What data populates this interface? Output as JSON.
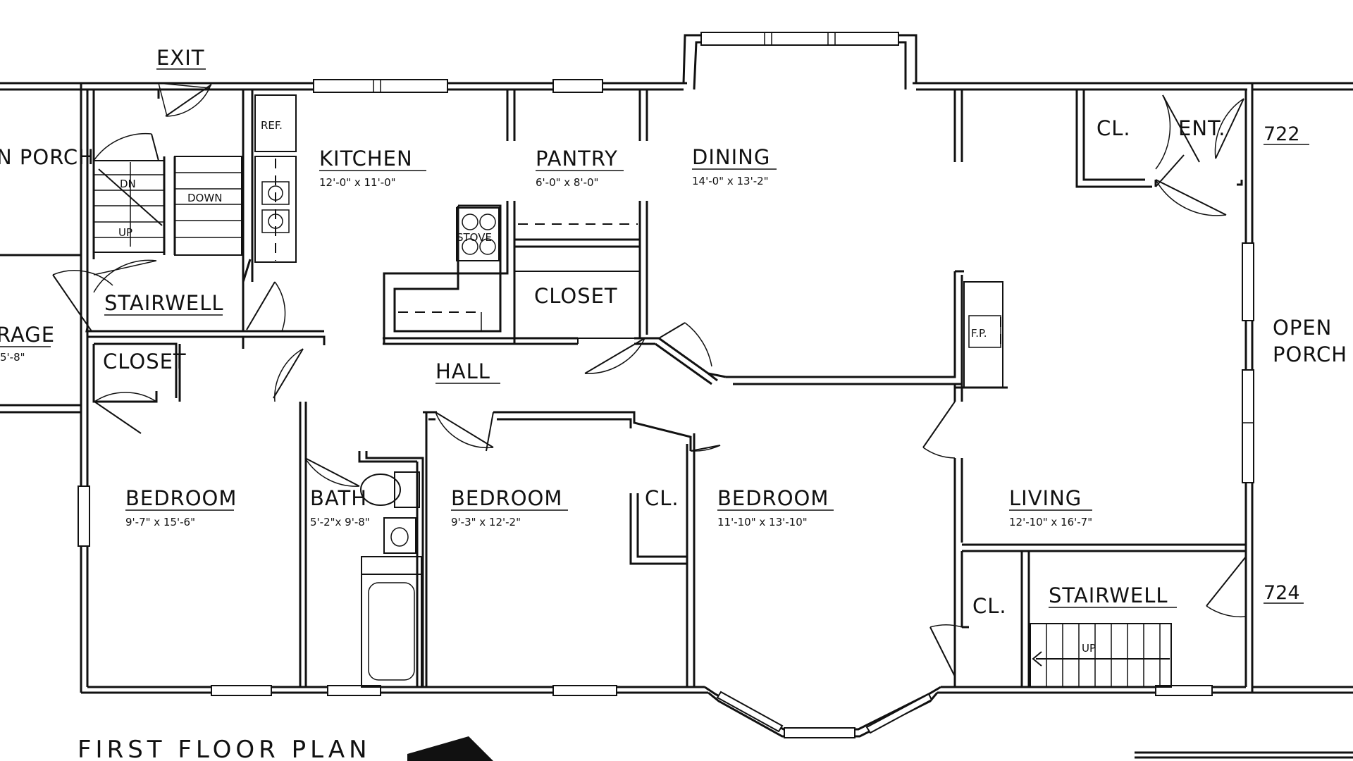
{
  "title": "FIRST FLOOR PLAN",
  "unit_numbers": {
    "upper": "722",
    "lower": "724"
  },
  "rooms": {
    "exit": "EXIT",
    "porch_left": "N PORCH",
    "garage": "RAGE",
    "garage_dim": "5'-8\"",
    "stairwell_left": "STAIRWELL",
    "stair_down": "DOWN",
    "stair_dn": "DN",
    "stair_up": "UP",
    "ref": "REF.",
    "kitchen": "KITCHEN",
    "kitchen_dim": "12'-0\" x 11'-0\"",
    "stove": "STOVE",
    "pantry": "PANTRY",
    "pantry_dim": "6'-0\" x 8'-0\"",
    "dining": "DINING",
    "dining_dim": "14'-0\" x 13'-2\"",
    "closet_center": "CLOSET",
    "closet_left": "CLOSET",
    "hall": "HALL",
    "cl_entry": "CL.",
    "ent": "ENT.",
    "open_porch_1": "OPEN",
    "open_porch_2": "PORCH",
    "fp": "F.P.",
    "bedroom1": "BEDROOM",
    "bedroom1_dim": "9'-7\" x 15'-6\"",
    "bath": "BATH",
    "bath_dim": "5'-2\"x 9'-8\"",
    "bedroom2": "BEDROOM",
    "bedroom2_dim": "9'-3\" x 12'-2\"",
    "cl_bed2": "CL.",
    "bedroom3": "BEDROOM",
    "bedroom3_dim": "11'-10\" x 13'-10\"",
    "living": "LIVING",
    "living_dim": "12'-10\" x 16'-7\"",
    "cl_living": "CL.",
    "stairwell_right": "STAIRWELL",
    "stair_up_right": "UP"
  }
}
